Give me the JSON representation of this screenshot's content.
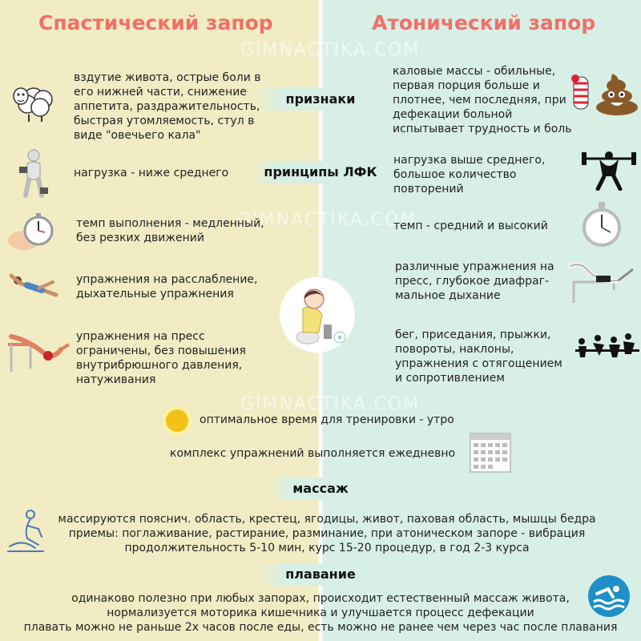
{
  "colors": {
    "left_bg": "#f1ecc4",
    "right_bg": "#d8efe6",
    "title": "#f07068",
    "pill": "#d7efe4"
  },
  "titles": {
    "left": "Спастический запор",
    "right": "Атонический запор"
  },
  "watermark": "GIMNACTIKA.COM",
  "sections": {
    "signs": "признаки",
    "lfk": "принципы ЛФК",
    "massage": "массаж",
    "swimming": "плавание"
  },
  "left": {
    "signs": [
      "вздутие живота, острые боли в",
      "его нижней части, снижение",
      "аппетита, раздражительность,",
      "быстрая утомляемость, стул в",
      "виде \"овечьего кала\""
    ],
    "load": [
      "нагрузка - ниже среднего"
    ],
    "tempo": [
      "темп выполнения - медленный,",
      "без резких движений"
    ],
    "relax": [
      "упражнения на расслабление,",
      "дыхательные упражнения"
    ],
    "press": [
      "упражнения на пресс",
      "ограничены, без повышения",
      "внутрибрюшного давления,",
      "натуживания"
    ]
  },
  "right": {
    "signs": [
      "каловые массы - обильные,",
      "первая порция больше и",
      "плотнее, чем последняя, при",
      "дефекации больной",
      "испытывает трудность и боль"
    ],
    "load": [
      "нагрузка выше среднего,",
      "большое количество",
      "повторений"
    ],
    "tempo": [
      "темп - средний и высокий"
    ],
    "press": [
      "различные упражнения на",
      "пресс, глубокое диафраг-",
      "мальное дыхание"
    ],
    "run": [
      "бег, приседания, прыжки,",
      "повороты, наклоны,",
      "упражнения с отягощением",
      "и сопротивлением"
    ]
  },
  "common": {
    "time": "оптимальное время для тренировки - утро",
    "daily": "комплекс упражнений выполняется ежедневно",
    "massage": [
      "массируются пояснич. область, крестец, ягодицы, живот, паховая область, мышцы бедра",
      "приемы: поглаживание, растирание, разминание, при атоническом запоре - вибрация",
      "продолжительность 5-10 мин, курс 15-20 процедур, в год 2-3 курса"
    ],
    "swimming": [
      "одинаково полезно при любых запорах, происходит естественный массаж живота,",
      "нормализуется моторика кишечника и улучшается процесс дефекации",
      "плавать можно не раньше 2х часов после еды, есть можно не ранее чем через час после плавания"
    ]
  },
  "icons": [
    "sheep-icon",
    "dumbbell-figure-icon",
    "stopwatch-icon",
    "stretching-figure-icon",
    "press-exercise-icon",
    "poop-icon",
    "weightlifter-icon",
    "abs-bench-icon",
    "sport-silhouettes-icon",
    "girl-toilet-icon",
    "sun-icon",
    "calendar-icon",
    "massage-icon",
    "swimmer-icon"
  ]
}
